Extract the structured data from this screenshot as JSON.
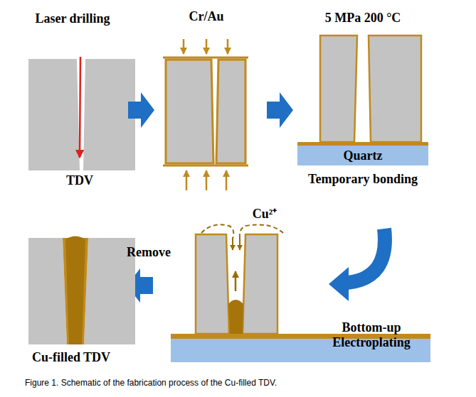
{
  "diagram": {
    "caption": "Figure 1. Schematic of the fabrication process of the Cu-filled TDV.",
    "nodes": [
      {
        "text": [
          "Quartz"
        ]
      }
    ],
    "labels": [
      "Laser drilling",
      "TDV",
      "Cr/Au",
      "5 MPa 200 °C",
      "Temporary bonding",
      "Cu²⁺",
      "Remove",
      "Bottom-up Electroplating",
      "Cu-filled TDV"
    ]
  }
}
